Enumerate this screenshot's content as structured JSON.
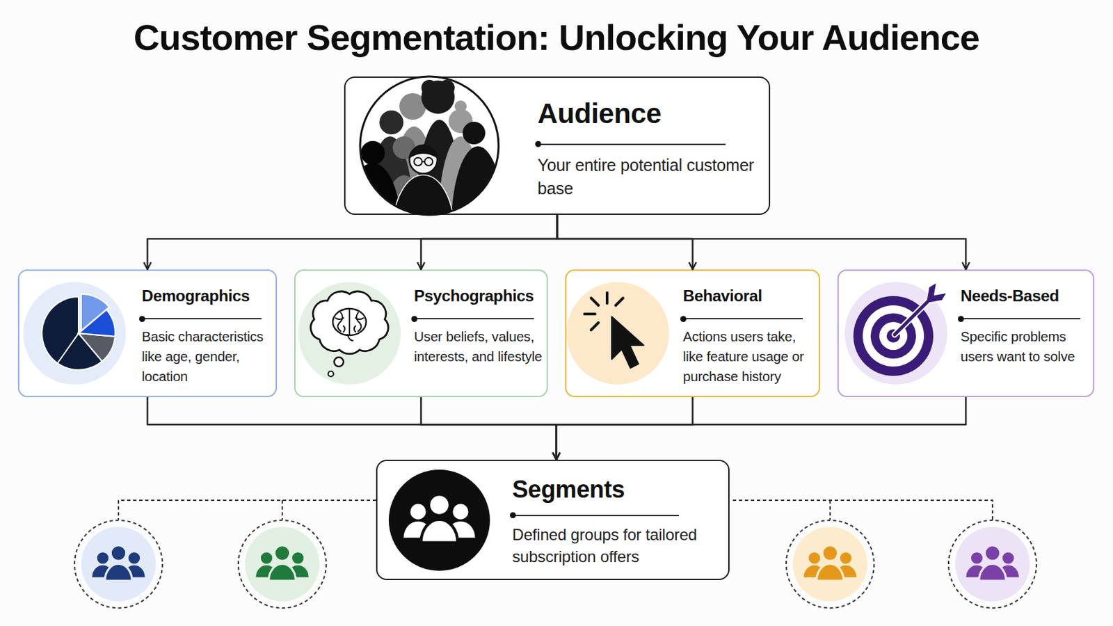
{
  "diagram": {
    "title": "Customer Segmentation: Unlocking Your Audience",
    "nodes": [
      {
        "text": [
          "Audience",
          "Your entire potential customer base"
        ]
      },
      {
        "text": [
          "Demographics",
          "Basic characteristics like age, gender, location"
        ]
      },
      {
        "text": [
          "Psychographics",
          "User beliefs, values, interests, and lifestyle"
        ]
      },
      {
        "text": [
          "Behavioral",
          "Actions users take, like feature usage or purchase history"
        ]
      },
      {
        "text": [
          "Needs-Based",
          "Specific problems users want to solve"
        ]
      },
      {
        "text": [
          "Segments",
          "Defined groups for tailored subscription offers"
        ]
      }
    ],
    "edges": [
      {
        "from": 0,
        "to": 1,
        "arrow": "to"
      },
      {
        "from": 0,
        "to": 2,
        "arrow": "to"
      },
      {
        "from": 0,
        "to": 3,
        "arrow": "to"
      },
      {
        "from": 0,
        "to": 4,
        "arrow": "to"
      },
      {
        "from": 1,
        "to": 5,
        "arrow": "to"
      },
      {
        "from": 2,
        "to": 5,
        "arrow": "to"
      },
      {
        "from": 3,
        "to": 5,
        "arrow": "to"
      },
      {
        "from": 4,
        "to": 5,
        "arrow": "to"
      }
    ]
  }
}
